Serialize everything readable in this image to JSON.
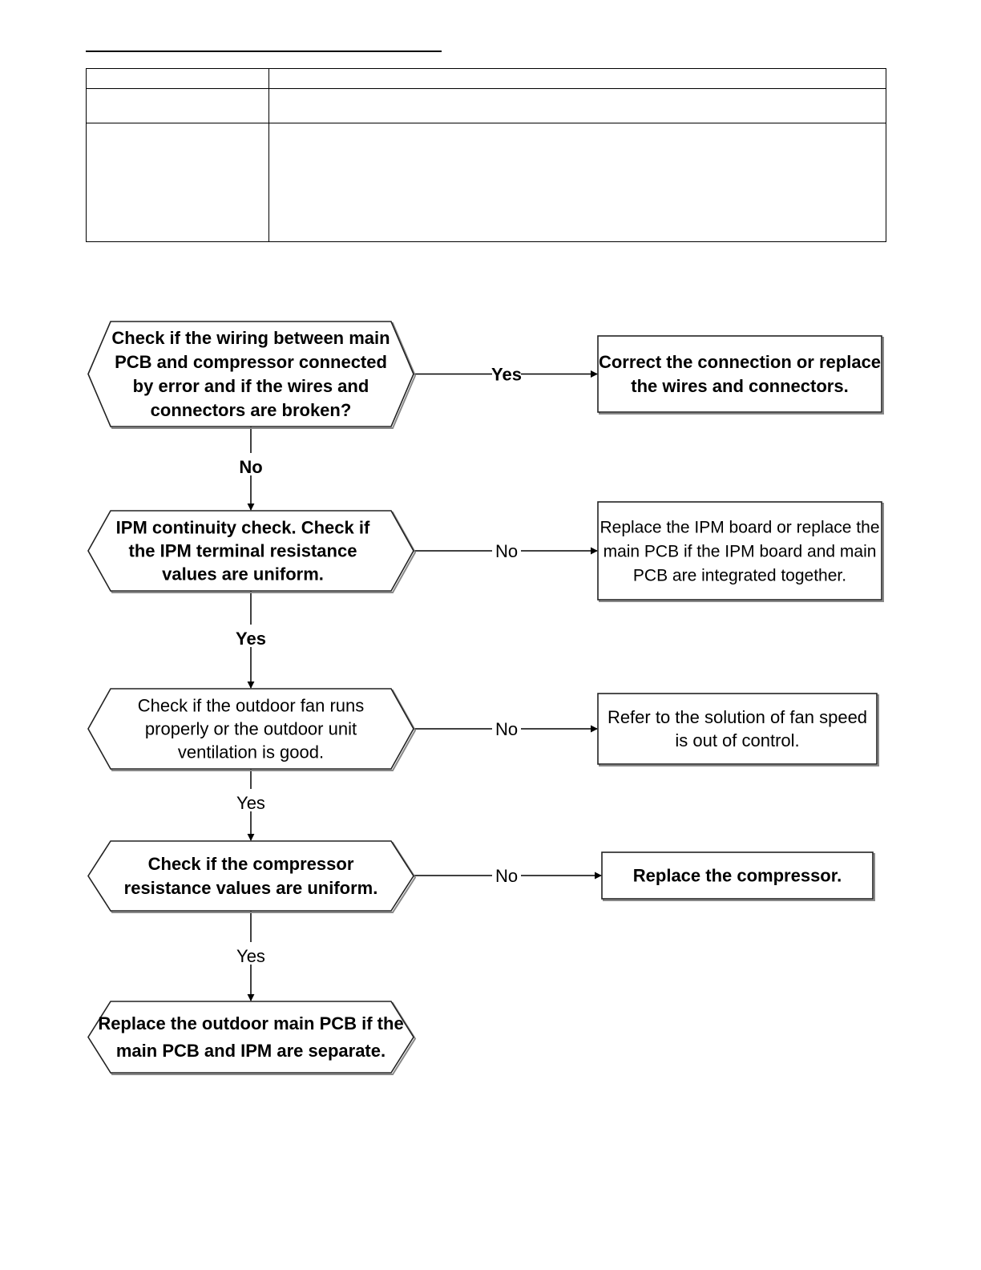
{
  "table": {
    "rows": [
      [
        "",
        ""
      ],
      [
        "",
        ""
      ],
      [
        "",
        ""
      ]
    ]
  },
  "flowchart": {
    "decisions": [
      {
        "lines": [
          "Check if the wiring between main",
          "PCB and compressor connected",
          "by error and if the wires and",
          "connectors are broken?"
        ]
      },
      {
        "lines": [
          "IPM continuity check. Check if",
          "the IPM terminal resistance",
          "values  are uniform."
        ]
      },
      {
        "lines": [
          "Check if the outdoor fan runs",
          "properly or the outdoor unit",
          "ventilation is good."
        ]
      },
      {
        "lines": [
          "Check if the compressor",
          "resistance values are uniform."
        ]
      },
      {
        "lines": [
          "Replace the outdoor main PCB if the",
          "main PCB and IPM are separate."
        ]
      }
    ],
    "actions": [
      {
        "lines": [
          "Correct the connection or replace",
          "the wires and connectors."
        ]
      },
      {
        "lines": [
          "Replace the IPM board or replace the",
          "main PCB if the IPM board and main",
          "PCB are integrated together."
        ]
      },
      {
        "lines": [
          "Refer to the solution of fan speed",
          "is out of control."
        ]
      },
      {
        "lines": [
          "Replace the compressor."
        ]
      }
    ],
    "side_labels": [
      "Yes",
      "No",
      "No",
      "No"
    ],
    "down_labels": [
      "No",
      "Yes",
      "Yes",
      "Yes"
    ]
  }
}
